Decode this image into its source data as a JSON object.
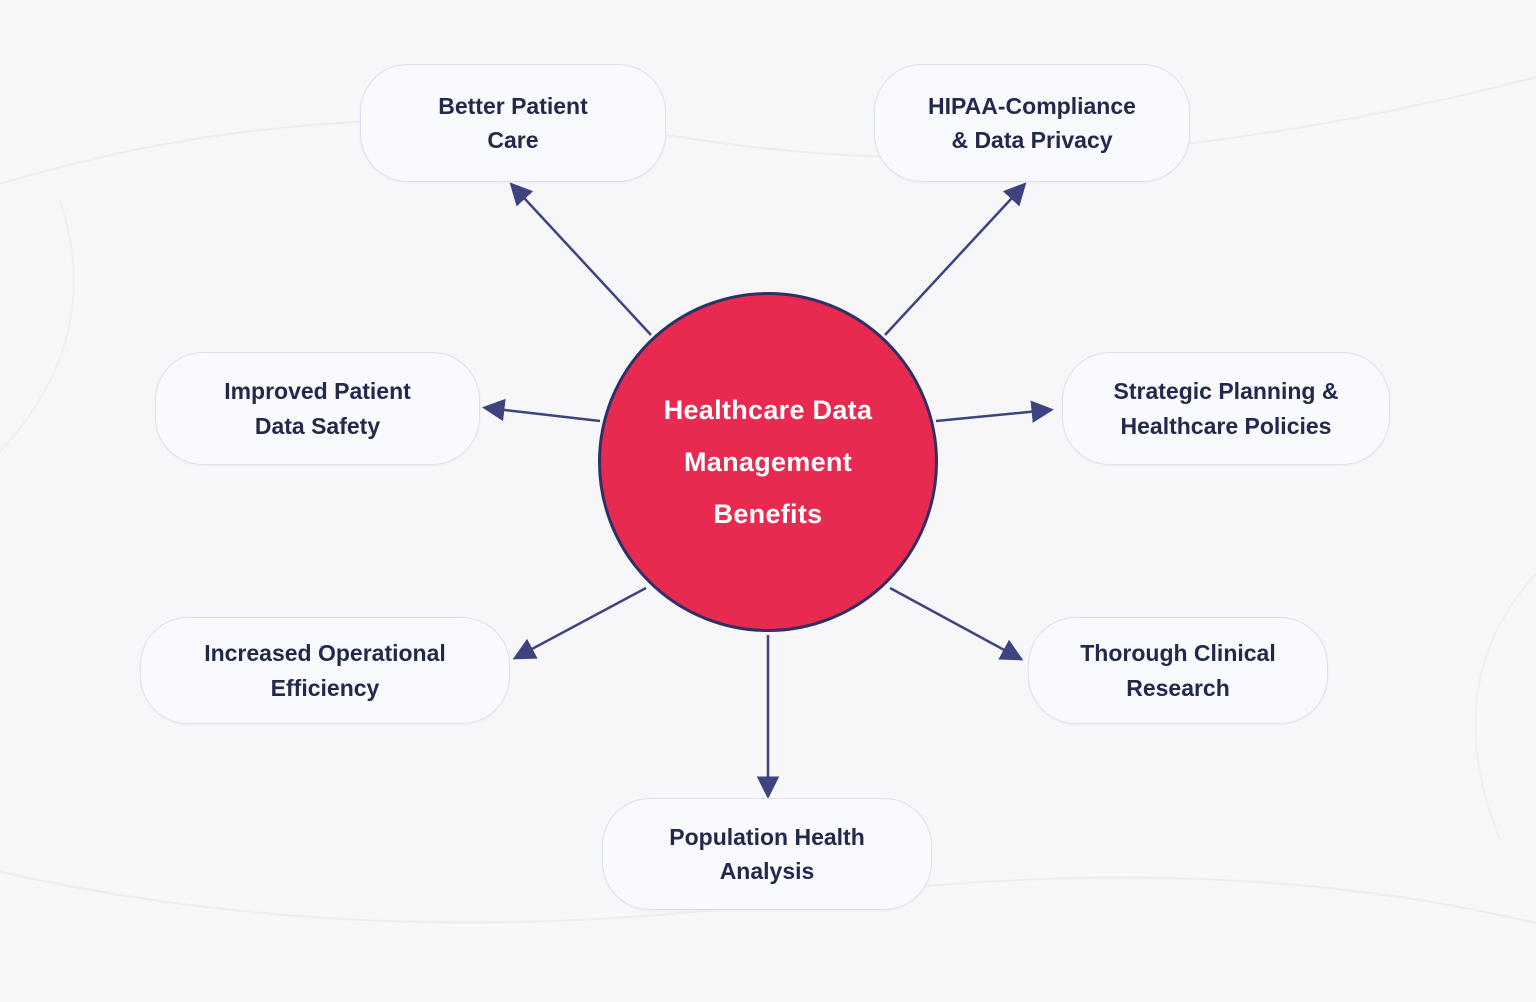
{
  "diagram": {
    "title": "Healthcare Data Management Benefits",
    "center": {
      "line1": "Healthcare Data",
      "line2": "Management",
      "line3": "Benefits"
    },
    "nodes": [
      {
        "id": "better-patient-care",
        "label": "Better Patient\nCare"
      },
      {
        "id": "hipaa-compliance",
        "label": "HIPAA-Compliance\n& Data Privacy"
      },
      {
        "id": "improved-patient-data-safety",
        "label": "Improved Patient\nData Safety"
      },
      {
        "id": "strategic-planning",
        "label": "Strategic Planning &\nHealthcare Policies"
      },
      {
        "id": "increased-operational-efficiency",
        "label": "Increased Operational\nEfficiency"
      },
      {
        "id": "thorough-clinical-research",
        "label": "Thorough Clinical\nResearch"
      },
      {
        "id": "population-health-analysis",
        "label": "Population Health\nAnalysis"
      }
    ],
    "colors": {
      "center_fill": "#e82950",
      "center_border": "#2d3166",
      "center_text": "#ffffff",
      "node_fill": "#f8fafd",
      "node_border": "#dde1ef",
      "node_text": "#23294b",
      "arrow": "#3d4380",
      "background": "#f7f7f9"
    }
  }
}
